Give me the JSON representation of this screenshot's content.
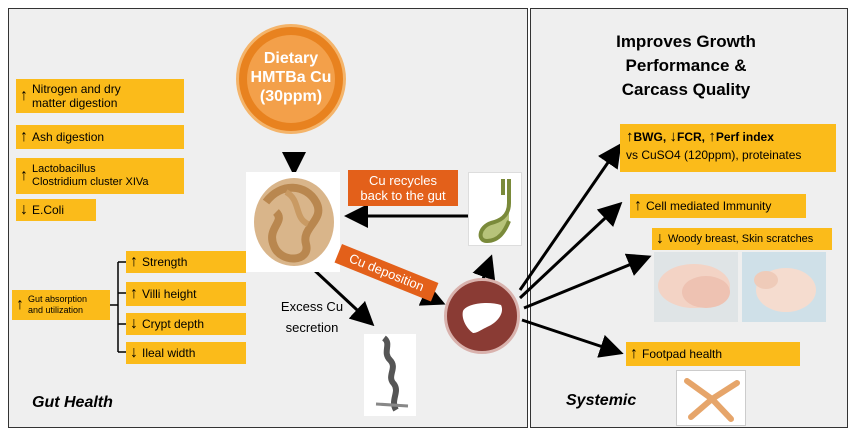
{
  "dietary": {
    "line1": "Dietary",
    "line2": "HMTBa Cu",
    "line3": "(30ppm)"
  },
  "gut": {
    "nitrogen": "Nitrogen and dry matter digestion",
    "ash": "Ash digestion",
    "lacto1": "Lactobacillus",
    "lacto2": "Clostridium cluster XIVa",
    "ecoli": "E.Coli",
    "absorption": "Gut absorption and utilization",
    "strength": "Strength",
    "villi": "Villi height",
    "crypt": "Crypt depth",
    "ileal": "Ileal width",
    "excess1": "Excess Cu",
    "excess2": "secretion",
    "footer": "Gut Health"
  },
  "cu": {
    "recycle1": "Cu recycles",
    "recycle2": "back to the gut",
    "deposition": "Cu deposition"
  },
  "systemic": {
    "title1": "Improves Growth",
    "title2": "Performance &",
    "title3": "Carcass Quality",
    "bwg": "BWG,",
    "fcr": "FCR,",
    "perf": "Perf index",
    "vs": "vs CuSO4 (120ppm), proteinates",
    "immunity": "Cell mediated Immunity",
    "woody": "Woody breast, Skin scratches",
    "footpad": "Footpad health",
    "footer": "Systemic"
  },
  "colors": {
    "yellow": "#fbbb1a",
    "orange": "#e3601a",
    "liver": "#8a3b34"
  }
}
